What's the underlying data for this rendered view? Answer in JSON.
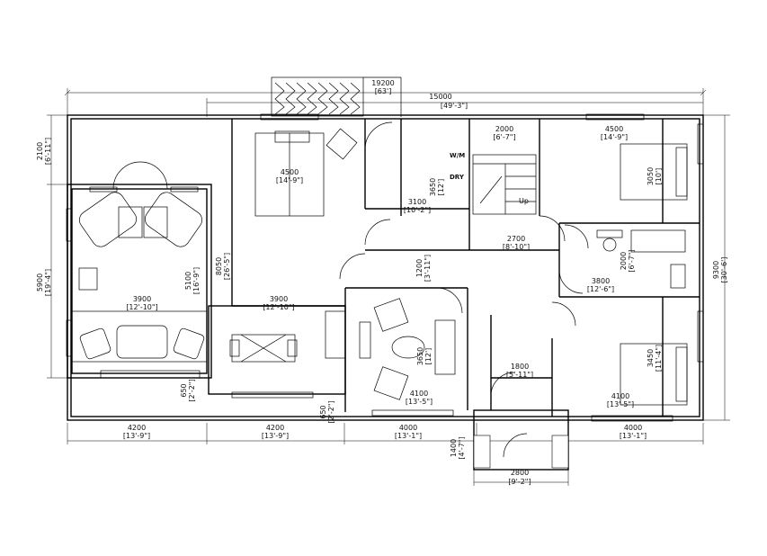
{
  "title": "",
  "overall": {
    "total_width": {
      "mm": "15000",
      "ft": "[49'-3\"]"
    },
    "chimney": {
      "mm": "19200",
      "ft": "[63']"
    },
    "total_depth": {
      "mm": "9300",
      "ft": "[30'-6']"
    },
    "left_top": {
      "mm": "2100",
      "ft": "[6'-11\"]"
    },
    "left_bottom": {
      "mm": "5900",
      "ft": "[19'-4\"]"
    }
  },
  "rooms": {
    "kitchen": {
      "mm": "4500",
      "ft": "[14'-9\"]"
    },
    "wm_closet": {
      "mm": "3100",
      "ft": "[10'-2\"]"
    },
    "wm_height": {
      "mm": "3650",
      "ft": "[12']"
    },
    "stair_width": {
      "mm": "2000",
      "ft": "[6'-7\"]"
    },
    "bed1_width": {
      "mm": "4500",
      "ft": "[14'-9\"]"
    },
    "bed1_depth": {
      "mm": "3050",
      "ft": "[10']"
    },
    "hall_width": {
      "mm": "2700",
      "ft": "[8'-10\"]"
    },
    "bath_depth": {
      "mm": "2000",
      "ft": "[6'-7\"]"
    },
    "bath_width": {
      "mm": "3800",
      "ft": "[12'-6\"]"
    },
    "passage_depth": {
      "mm": "1200",
      "ft": "[3'-11\"]"
    },
    "living_depth": {
      "mm": "8050",
      "ft": "[26'-5\"]"
    },
    "sunroom_depth": {
      "mm": "5100",
      "ft": "[16'-9\"]"
    },
    "sunroom_width": {
      "mm": "3900",
      "ft": "[12'-10\"]"
    },
    "dining_width": {
      "mm": "3900",
      "ft": "[12'-10\"]"
    },
    "lounge_depth": {
      "mm": "3650",
      "ft": "[12']"
    },
    "lounge_width": {
      "mm": "4100",
      "ft": "[13'-5\"]"
    },
    "entry_width": {
      "mm": "1800",
      "ft": "[5'-11\"]"
    },
    "bed2_depth": {
      "mm": "3450",
      "ft": "[11'-4\"]"
    },
    "bed2_width": {
      "mm": "4100",
      "ft": "[13'-5\"]"
    }
  },
  "bottom": {
    "d1": {
      "mm": "4200",
      "ft": "[13'-9\"]"
    },
    "d2": {
      "mm": "4200",
      "ft": "[13'-9\"]"
    },
    "d3": {
      "mm": "4000",
      "ft": "[13'-1\"]"
    },
    "d4": {
      "mm": "4000",
      "ft": "[13'-1\"]"
    },
    "porch": {
      "mm": "2800",
      "ft": "[9'-2\"]"
    },
    "porch_depth": {
      "mm": "1400",
      "ft": "[4'-7\"]"
    },
    "step_a": {
      "mm": "650",
      "ft": "[2'-2\"]"
    },
    "step_b": {
      "mm": "650",
      "ft": "[2'-2\"]"
    }
  },
  "labels": {
    "wm": "W/M",
    "dry": "DRY",
    "up": "Up"
  }
}
